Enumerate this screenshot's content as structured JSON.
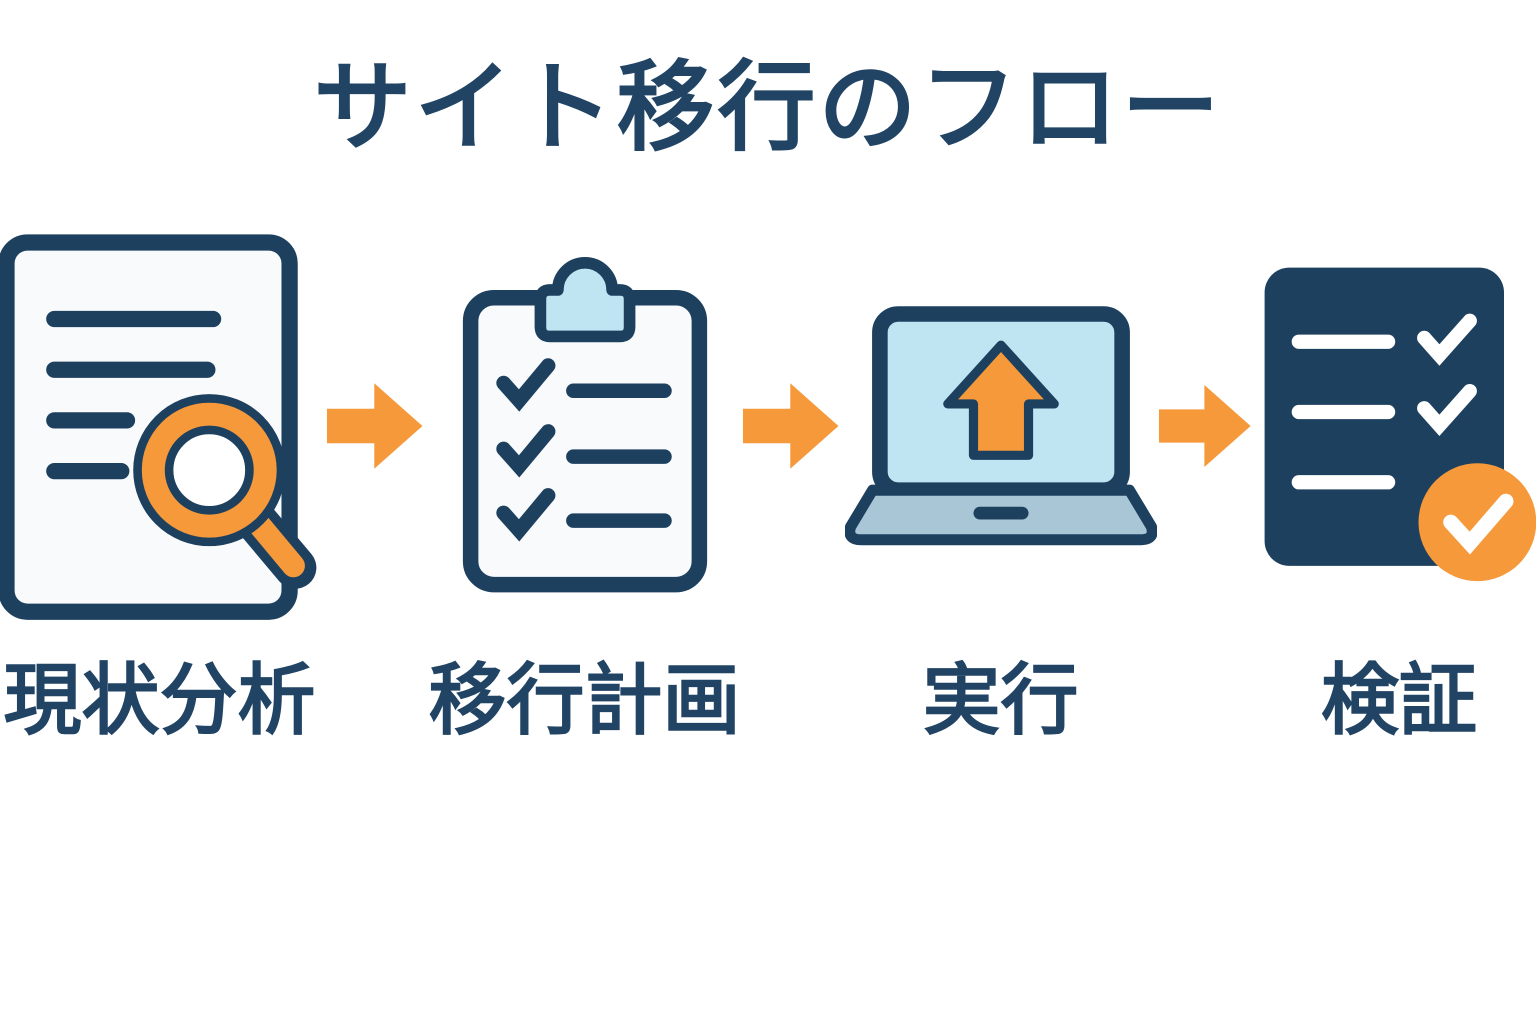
{
  "title": "サイト移行のフロー",
  "colors": {
    "navy": "#1e405f",
    "orange": "#f5993b",
    "light_blue": "#bfe4f2",
    "laptop_base": "#a9c6d6",
    "paper_white": "#f8fafc",
    "background": "#ffffff"
  },
  "steps": [
    {
      "label": "現状分析",
      "icon": "document-magnifier-icon"
    },
    {
      "label": "移行計画",
      "icon": "clipboard-checklist-icon"
    },
    {
      "label": "実行",
      "icon": "laptop-upload-icon"
    },
    {
      "label": "検証",
      "icon": "verified-checklist-icon"
    }
  ],
  "connector_icon": "right-arrow-icon"
}
